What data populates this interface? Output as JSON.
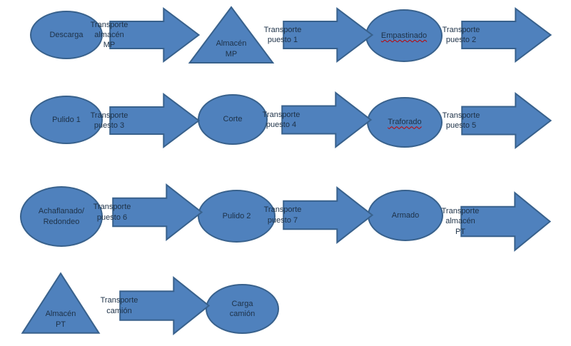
{
  "diagram": {
    "colors": {
      "fill": "#4f81bd",
      "border": "#38618c",
      "text": "#1d3147",
      "background": "#ffffff",
      "misspell_underline": "#c00000"
    },
    "nodes": [
      {
        "type": "ellipse",
        "label": "Descarga"
      },
      {
        "type": "arrow",
        "label": "Transporte\nalmacén MP"
      },
      {
        "type": "triangle",
        "label": "Almacén\nMP"
      },
      {
        "type": "arrow",
        "label": "Transporte\npuesto 1"
      },
      {
        "type": "ellipse",
        "label": "Empastinado",
        "misspelled": true
      },
      {
        "type": "arrow",
        "label": "Transporte\npuesto 2"
      },
      {
        "type": "ellipse",
        "label": "Pulido 1"
      },
      {
        "type": "arrow",
        "label": "Transporte\npuesto 3"
      },
      {
        "type": "ellipse",
        "label": "Corte"
      },
      {
        "type": "arrow",
        "label": "Transporte\npuesto 4"
      },
      {
        "type": "ellipse",
        "label": "Traforado",
        "misspelled": true
      },
      {
        "type": "arrow",
        "label": "Transporte\npuesto 5"
      },
      {
        "type": "ellipse",
        "label": "Achaflanado/\nRedondeo"
      },
      {
        "type": "arrow",
        "label": "Transporte\npuesto 6"
      },
      {
        "type": "ellipse",
        "label": "Pulido 2"
      },
      {
        "type": "arrow",
        "label": "Transporte\npuesto 7"
      },
      {
        "type": "ellipse",
        "label": "Armado"
      },
      {
        "type": "arrow",
        "label": "Transporte\nalmacén PT"
      },
      {
        "type": "triangle",
        "label": "Almacén\nPT"
      },
      {
        "type": "arrow",
        "label": "Transporte\ncamión"
      },
      {
        "type": "ellipse",
        "label": "Carga\ncamión"
      }
    ]
  }
}
